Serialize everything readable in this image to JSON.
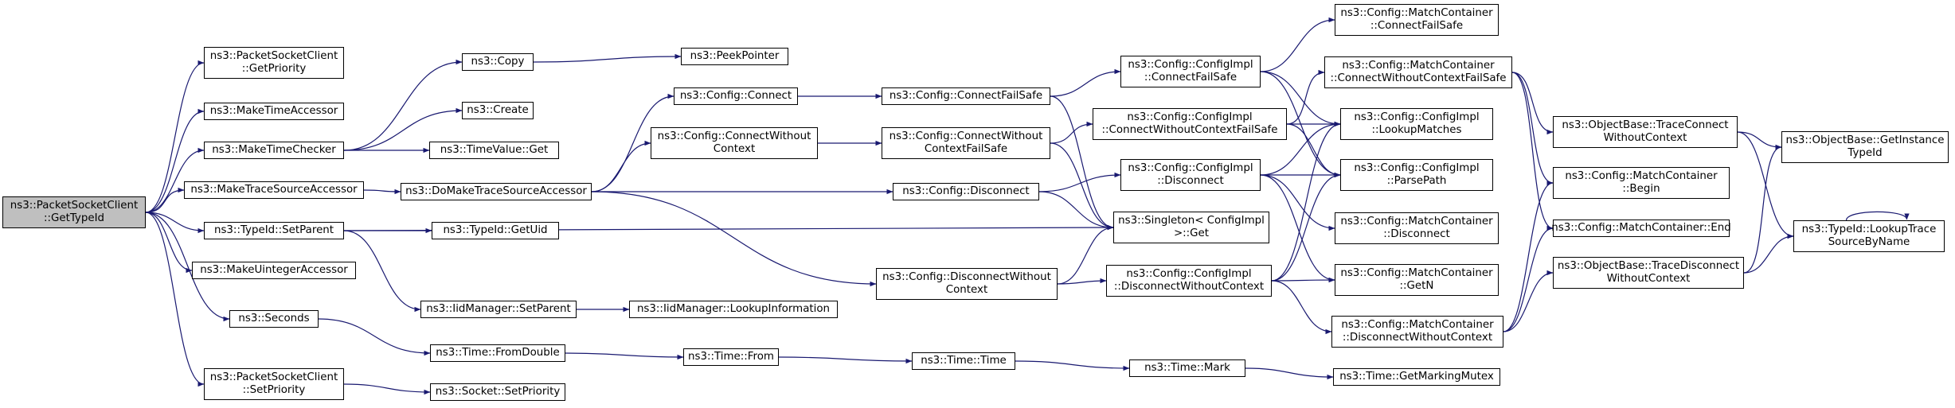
{
  "colors": {
    "edge": "#191970",
    "root_fill": "#bfbfbf",
    "node_fill": "#ffffff",
    "border": "#000000"
  },
  "nodes": [
    {
      "id": "root",
      "label": "ns3::PacketSocketClient\n::GetTypeId",
      "root": true
    },
    {
      "id": "psc_getpriority",
      "label": "ns3::PacketSocketClient\n::GetPriority"
    },
    {
      "id": "maketimeaccessor",
      "label": "ns3::MakeTimeAccessor"
    },
    {
      "id": "maketimechecker",
      "label": "ns3::MakeTimeChecker"
    },
    {
      "id": "maketracesourceaccessor",
      "label": "ns3::MakeTraceSourceAccessor"
    },
    {
      "id": "typeid_setparent",
      "label": "ns3::TypeId::SetParent"
    },
    {
      "id": "makeuintegeraccessor",
      "label": "ns3::MakeUintegerAccessor"
    },
    {
      "id": "seconds",
      "label": "ns3::Seconds"
    },
    {
      "id": "psc_setpriority",
      "label": "ns3::PacketSocketClient\n::SetPriority"
    },
    {
      "id": "copy",
      "label": "ns3::Copy"
    },
    {
      "id": "create",
      "label": "ns3::Create"
    },
    {
      "id": "timevalue_get",
      "label": "ns3::TimeValue::Get"
    },
    {
      "id": "domaketracesourceaccessor",
      "label": "ns3::DoMakeTraceSourceAccessor"
    },
    {
      "id": "typeid_getuid",
      "label": "ns3::TypeId::GetUid"
    },
    {
      "id": "iidmanager_setparent",
      "label": "ns3::IidManager::SetParent"
    },
    {
      "id": "time_fromdouble",
      "label": "ns3::Time::FromDouble"
    },
    {
      "id": "socket_setpriority",
      "label": "ns3::Socket::SetPriority"
    },
    {
      "id": "peekpointer",
      "label": "ns3::PeekPointer"
    },
    {
      "id": "config_connect",
      "label": "ns3::Config::Connect"
    },
    {
      "id": "config_connectwithoutcontext",
      "label": "ns3::Config::ConnectWithout\nContext"
    },
    {
      "id": "iidmanager_lookupinformation",
      "label": "ns3::IidManager::LookupInformation"
    },
    {
      "id": "time_from",
      "label": "ns3::Time::From"
    },
    {
      "id": "config_connectfailsafe",
      "label": "ns3::Config::ConnectFailSafe"
    },
    {
      "id": "config_connectwithoutcontextfailsafe",
      "label": "ns3::Config::ConnectWithout\nContextFailSafe"
    },
    {
      "id": "config_disconnect",
      "label": "ns3::Config::Disconnect"
    },
    {
      "id": "config_disconnectwithoutcontext",
      "label": "ns3::Config::DisconnectWithout\nContext"
    },
    {
      "id": "time_time",
      "label": "ns3::Time::Time"
    },
    {
      "id": "configimpl_connectfailsafe",
      "label": "ns3::Config::ConfigImpl\n::ConnectFailSafe"
    },
    {
      "id": "configimpl_connectwithoutcontextfailsafe",
      "label": "ns3::Config::ConfigImpl\n::ConnectWithoutContextFailSafe"
    },
    {
      "id": "configimpl_disconnect",
      "label": "ns3::Config::ConfigImpl\n::Disconnect"
    },
    {
      "id": "singleton_get",
      "label": "ns3::Singleton< ConfigImpl\n>::Get"
    },
    {
      "id": "configimpl_disconnectwithoutcontext",
      "label": "ns3::Config::ConfigImpl\n::DisconnectWithoutContext"
    },
    {
      "id": "time_mark",
      "label": "ns3::Time::Mark"
    },
    {
      "id": "mc_connectfailsafe",
      "label": "ns3::Config::MatchContainer\n::ConnectFailSafe"
    },
    {
      "id": "mc_connectwithoutcontextfailsafe",
      "label": "ns3::Config::MatchContainer\n::ConnectWithoutContextFailSafe"
    },
    {
      "id": "configimpl_lookupmatches",
      "label": "ns3::Config::ConfigImpl\n::LookupMatches"
    },
    {
      "id": "configimpl_parsepath",
      "label": "ns3::Config::ConfigImpl\n::ParsePath"
    },
    {
      "id": "mc_disconnect",
      "label": "ns3::Config::MatchContainer\n::Disconnect"
    },
    {
      "id": "mc_getn",
      "label": "ns3::Config::MatchContainer\n::GetN"
    },
    {
      "id": "mc_disconnectwithoutcontext",
      "label": "ns3::Config::MatchContainer\n::DisconnectWithoutContext"
    },
    {
      "id": "time_getmarkingmutex",
      "label": "ns3::Time::GetMarkingMutex"
    },
    {
      "id": "ob_traceconnectwithoutcontext",
      "label": "ns3::ObjectBase::TraceConnect\nWithoutContext"
    },
    {
      "id": "mc_begin",
      "label": "ns3::Config::MatchContainer\n::Begin"
    },
    {
      "id": "mc_end",
      "label": "ns3::Config::MatchContainer::End"
    },
    {
      "id": "ob_tracedisconnectwithoutcontext",
      "label": "ns3::ObjectBase::TraceDisconnect\nWithoutContext"
    },
    {
      "id": "ob_getinstancetypeid",
      "label": "ns3::ObjectBase::GetInstance\nTypeId"
    },
    {
      "id": "typeid_lookuptracesourcebyname",
      "label": "ns3::TypeId::LookupTrace\nSourceByName"
    }
  ],
  "edges": [
    [
      "root",
      "psc_getpriority"
    ],
    [
      "root",
      "maketimeaccessor"
    ],
    [
      "root",
      "maketimechecker"
    ],
    [
      "root",
      "maketracesourceaccessor"
    ],
    [
      "root",
      "typeid_setparent"
    ],
    [
      "root",
      "makeuintegeraccessor"
    ],
    [
      "root",
      "seconds"
    ],
    [
      "root",
      "psc_setpriority"
    ],
    [
      "maketimechecker",
      "copy"
    ],
    [
      "maketimechecker",
      "create"
    ],
    [
      "maketimechecker",
      "timevalue_get"
    ],
    [
      "copy",
      "peekpointer"
    ],
    [
      "maketracesourceaccessor",
      "domaketracesourceaccessor"
    ],
    [
      "domaketracesourceaccessor",
      "config_connect"
    ],
    [
      "domaketracesourceaccessor",
      "config_connectwithoutcontext"
    ],
    [
      "domaketracesourceaccessor",
      "config_disconnect"
    ],
    [
      "domaketracesourceaccessor",
      "config_disconnectwithoutcontext"
    ],
    [
      "typeid_setparent",
      "typeid_getuid"
    ],
    [
      "typeid_setparent",
      "iidmanager_setparent"
    ],
    [
      "typeid_setparent",
      "singleton_get"
    ],
    [
      "iidmanager_setparent",
      "iidmanager_lookupinformation"
    ],
    [
      "seconds",
      "time_fromdouble"
    ],
    [
      "time_fromdouble",
      "time_from"
    ],
    [
      "time_from",
      "time_time"
    ],
    [
      "time_time",
      "time_mark"
    ],
    [
      "time_mark",
      "time_getmarkingmutex"
    ],
    [
      "psc_setpriority",
      "socket_setpriority"
    ],
    [
      "config_connect",
      "config_connectfailsafe"
    ],
    [
      "config_connectwithoutcontext",
      "config_connectwithoutcontextfailsafe"
    ],
    [
      "config_connectfailsafe",
      "configimpl_connectfailsafe"
    ],
    [
      "config_connectfailsafe",
      "singleton_get"
    ],
    [
      "config_connectwithoutcontextfailsafe",
      "configimpl_connectwithoutcontextfailsafe"
    ],
    [
      "config_connectwithoutcontextfailsafe",
      "singleton_get"
    ],
    [
      "config_disconnect",
      "configimpl_disconnect"
    ],
    [
      "config_disconnect",
      "singleton_get"
    ],
    [
      "config_disconnectwithoutcontext",
      "configimpl_disconnectwithoutcontext"
    ],
    [
      "config_disconnectwithoutcontext",
      "singleton_get"
    ],
    [
      "configimpl_connectfailsafe",
      "mc_connectfailsafe"
    ],
    [
      "configimpl_connectfailsafe",
      "configimpl_lookupmatches"
    ],
    [
      "configimpl_connectfailsafe",
      "configimpl_parsepath"
    ],
    [
      "configimpl_connectwithoutcontextfailsafe",
      "mc_connectwithoutcontextfailsafe"
    ],
    [
      "configimpl_connectwithoutcontextfailsafe",
      "configimpl_lookupmatches"
    ],
    [
      "configimpl_connectwithoutcontextfailsafe",
      "configimpl_parsepath"
    ],
    [
      "configimpl_disconnect",
      "configimpl_lookupmatches"
    ],
    [
      "configimpl_disconnect",
      "configimpl_parsepath"
    ],
    [
      "configimpl_disconnect",
      "mc_disconnect"
    ],
    [
      "configimpl_disconnect",
      "mc_getn"
    ],
    [
      "configimpl_disconnectwithoutcontext",
      "configimpl_lookupmatches"
    ],
    [
      "configimpl_disconnectwithoutcontext",
      "configimpl_parsepath"
    ],
    [
      "configimpl_disconnectwithoutcontext",
      "mc_getn"
    ],
    [
      "configimpl_disconnectwithoutcontext",
      "mc_disconnectwithoutcontext"
    ],
    [
      "mc_connectwithoutcontextfailsafe",
      "ob_traceconnectwithoutcontext"
    ],
    [
      "mc_connectwithoutcontextfailsafe",
      "mc_begin"
    ],
    [
      "mc_connectwithoutcontextfailsafe",
      "mc_end"
    ],
    [
      "mc_disconnectwithoutcontext",
      "mc_begin"
    ],
    [
      "mc_disconnectwithoutcontext",
      "mc_end"
    ],
    [
      "mc_disconnectwithoutcontext",
      "ob_tracedisconnectwithoutcontext"
    ],
    [
      "ob_traceconnectwithoutcontext",
      "ob_getinstancetypeid"
    ],
    [
      "ob_traceconnectwithoutcontext",
      "typeid_lookuptracesourcebyname"
    ],
    [
      "ob_tracedisconnectwithoutcontext",
      "ob_getinstancetypeid"
    ],
    [
      "ob_tracedisconnectwithoutcontext",
      "typeid_lookuptracesourcebyname"
    ],
    [
      "typeid_lookuptracesourcebyname",
      "typeid_lookuptracesourcebyname"
    ]
  ]
}
